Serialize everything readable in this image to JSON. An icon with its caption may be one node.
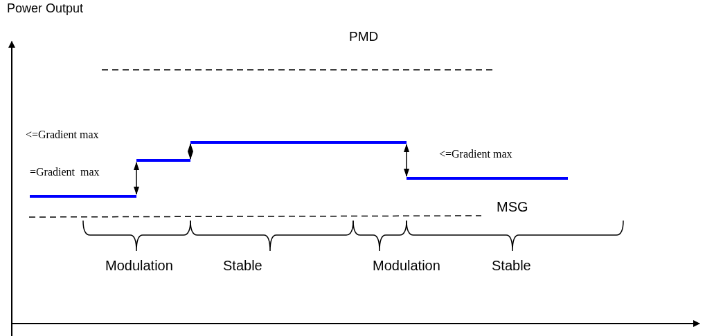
{
  "diagram": {
    "labels": [
      "Power Output",
      "PMD",
      "<=Gradient max",
      "=Gradient  max",
      "<=Gradient max",
      "MSG",
      "Modulation",
      "Stable",
      "Modulation",
      "Stable"
    ]
  }
}
